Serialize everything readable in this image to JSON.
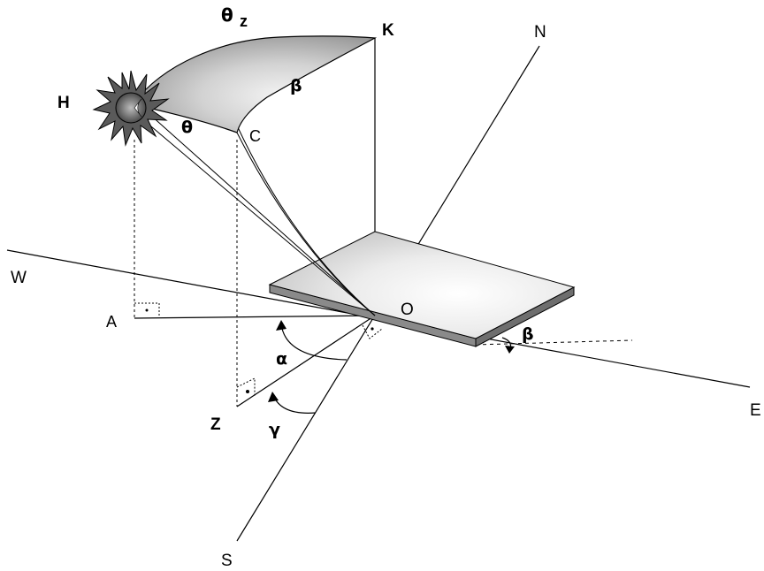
{
  "labels": {
    "theta_z_symbol": "θ",
    "theta_z_sub": "z",
    "K": "K",
    "N": "N",
    "H": "H",
    "beta_top": "β",
    "theta": "θ",
    "C": "C",
    "W": "W",
    "A": "A",
    "O": "O",
    "alpha": "α",
    "beta_right": "β",
    "Z": "Z",
    "gamma": "γ",
    "E": "E",
    "S": "S"
  },
  "colors": {
    "line": "#000000",
    "panel_top": "#d8d8d8",
    "panel_edge": "#8a8a8a",
    "sun": "#555555",
    "dome_dark": "#8c8c8c",
    "dome_light": "#f2f2f2"
  },
  "icons": {
    "sun": "sun-icon"
  }
}
